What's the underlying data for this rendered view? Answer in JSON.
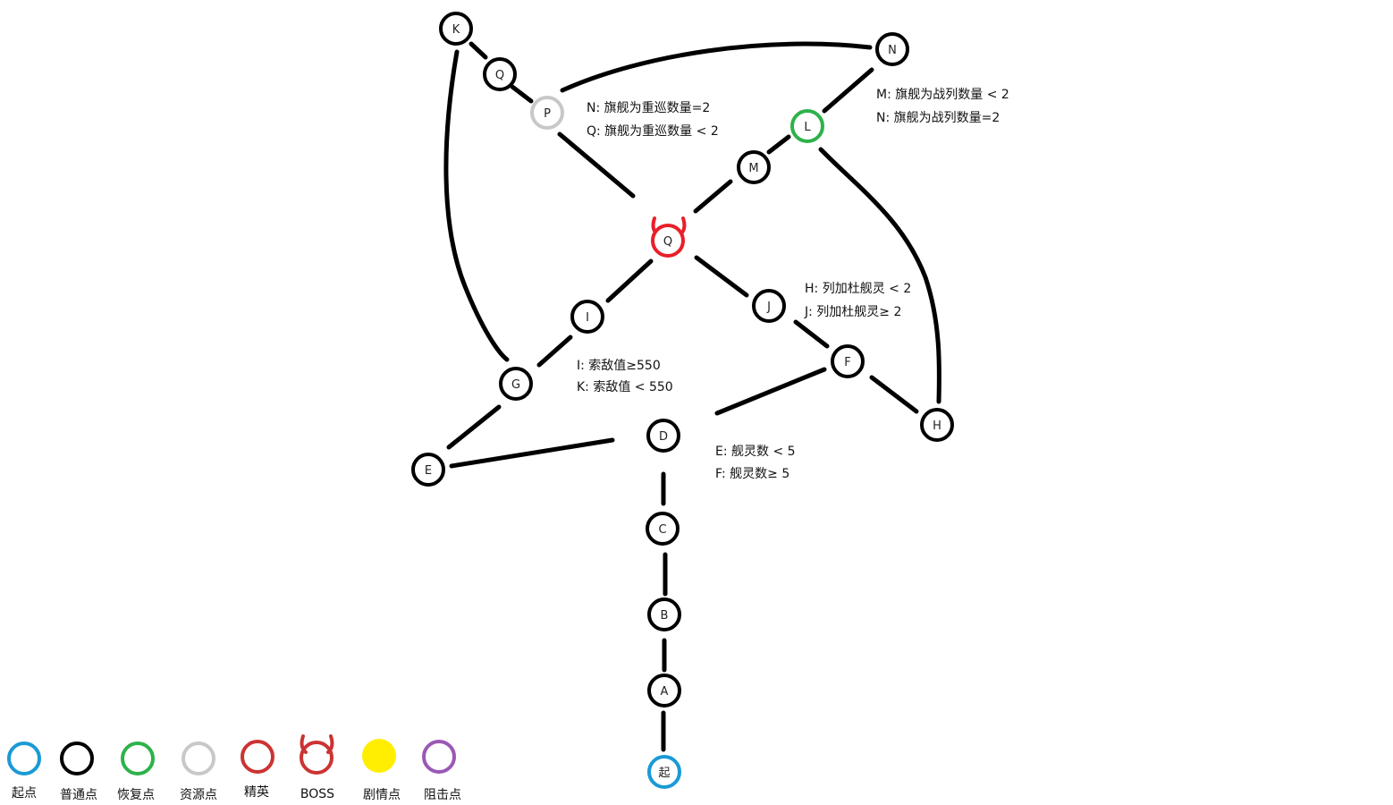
{
  "colors": {
    "start": "#1a9ad6",
    "normal": "#000000",
    "recovery": "#2db24a",
    "resource": "#c8c8c8",
    "elite": "#cc3333",
    "boss": "#e8202a",
    "story": "#ffee00",
    "blocker": "#9b59b6"
  },
  "nodes": {
    "start": "起",
    "A": "A",
    "B": "B",
    "C": "C",
    "D": "D",
    "E": "E",
    "F": "F",
    "G": "G",
    "H": "H",
    "I": "I",
    "J": "J",
    "K": "K",
    "L": "L",
    "M": "M",
    "N": "N",
    "P": "P",
    "Q_small": "Q",
    "Q_boss": "Q"
  },
  "notes": {
    "np": [
      "N:  旗舰为重巡数量=2",
      "Q: 旗舰为重巡数量 < 2"
    ],
    "mn": [
      "M: 旗舰为战列数量 < 2",
      "N: 旗舰为战列数量=2"
    ],
    "hj": [
      "H:  列加杜舰灵 < 2",
      "J:  列加杜舰灵≥ 2"
    ],
    "ik": [
      "I:  索敌值≥550",
      "K:  索敌值 < 550"
    ],
    "ef": [
      "E:  舰灵数 < 5",
      "F:  舰灵数≥ 5"
    ]
  },
  "legend": [
    {
      "label": "起点",
      "type": "start"
    },
    {
      "label": "普通点",
      "type": "normal"
    },
    {
      "label": "恢复点",
      "type": "recovery"
    },
    {
      "label": "资源点",
      "type": "resource"
    },
    {
      "label": "精英",
      "type": "elite"
    },
    {
      "label": "BOSS",
      "type": "boss"
    },
    {
      "label": "剧情点",
      "type": "story"
    },
    {
      "label": "阻击点",
      "type": "blocker"
    }
  ]
}
